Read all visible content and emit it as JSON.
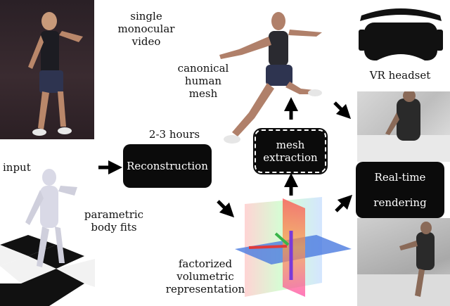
{
  "labels": {
    "video": [
      "single",
      "monocular",
      "video"
    ],
    "input": "input",
    "fits": [
      "parametric",
      "body fits"
    ],
    "hours": "2-3 hours",
    "canonical": [
      "canonical",
      "human",
      "mesh"
    ],
    "factorized": [
      "factorized",
      "volumetric",
      "representation"
    ],
    "vr": "VR headset"
  },
  "boxes": {
    "reconstruction": "Reconstruction",
    "mesh_extraction": [
      "mesh",
      "extraction"
    ],
    "realtime": [
      "Real-time",
      "rendering"
    ]
  },
  "colors": {
    "box_bg": "#0b0b0b",
    "box_text": "#ffffff",
    "arrow": "#000000",
    "body_mesh": "#d9d9e6",
    "plane_red": "#e03a3a",
    "plane_blue": "#3a6ad8",
    "plane_green": "#39b54a"
  },
  "icons": {
    "arrows": "arrow-right-icon",
    "headset": "vr-headset-icon"
  }
}
